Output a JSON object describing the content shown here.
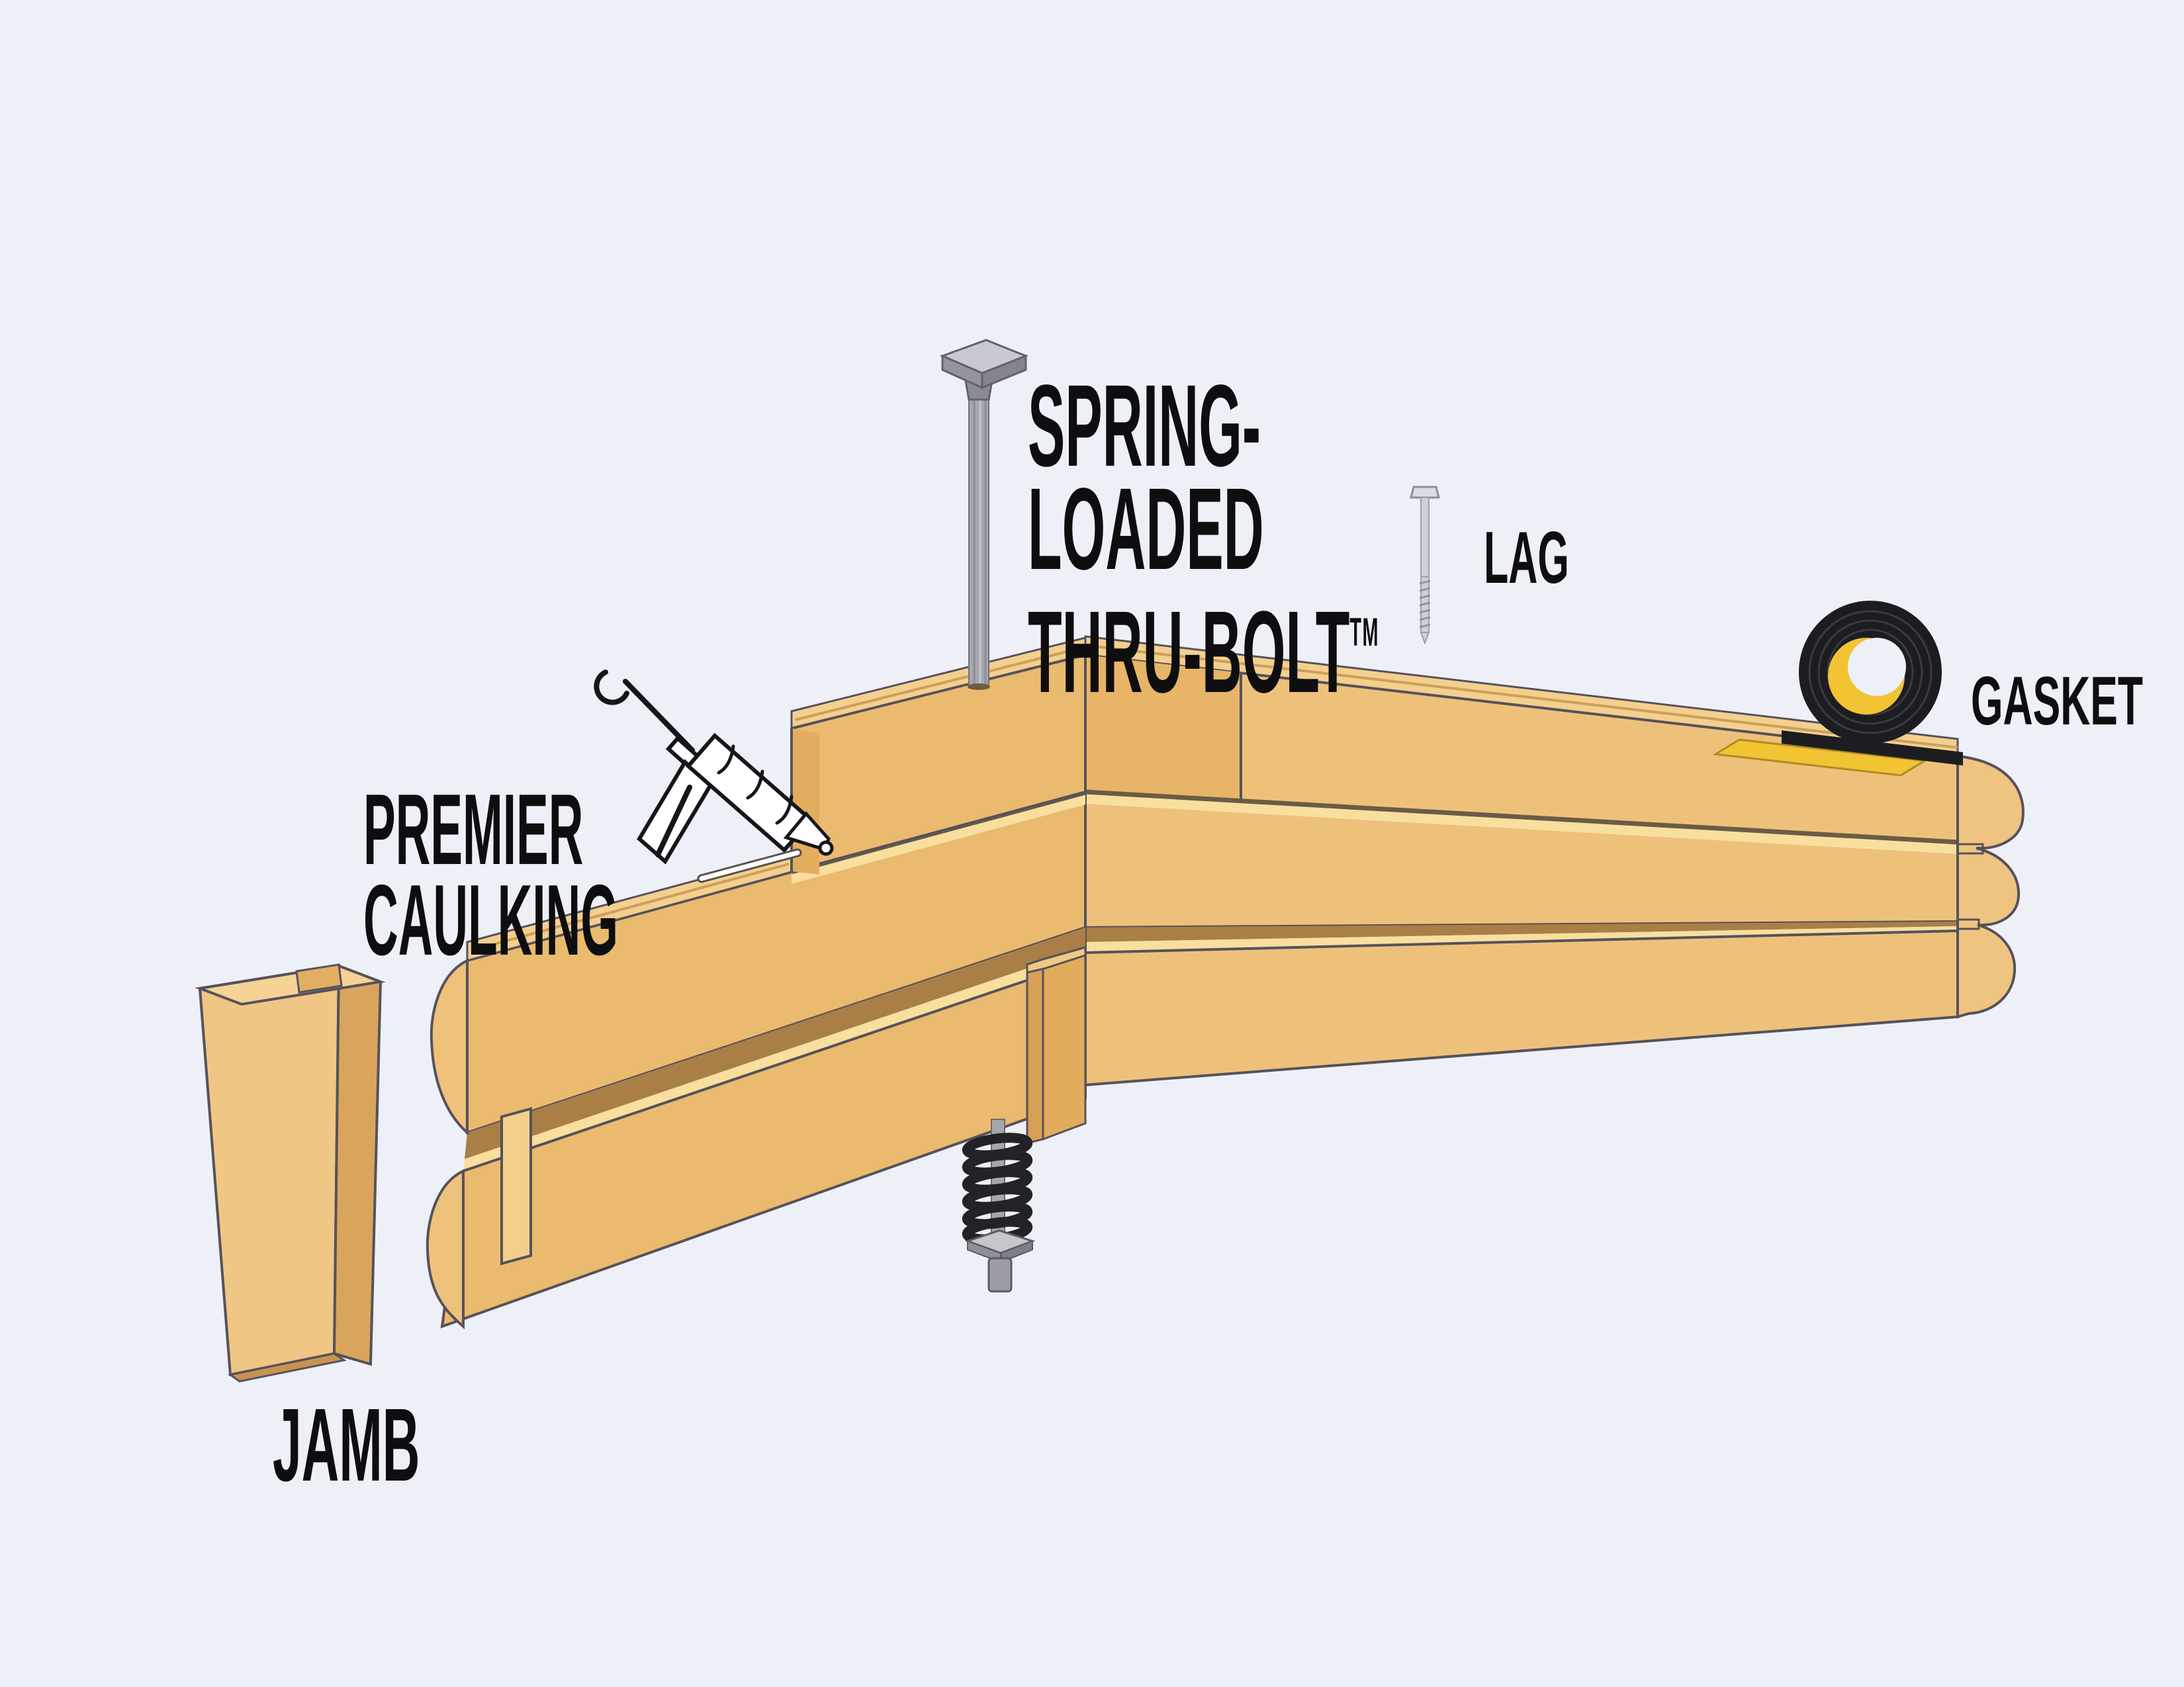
{
  "diagram": {
    "title": "Log wall corner assembly components",
    "labels": {
      "thru_bolt": {
        "line1": "SPRING-",
        "line2": "LOADED",
        "line3": "THRU-BOLT",
        "trademark": "TM"
      },
      "lag": {
        "text": "LAG"
      },
      "gasket": {
        "text": "GASKET"
      },
      "premier_caulking": {
        "line1": "PREMIER",
        "line2": "CAULKING"
      },
      "jamb": {
        "text": "JAMB"
      }
    },
    "parts": [
      "spring-loaded-thru-bolt",
      "lag-screw",
      "gasket-roll",
      "premier-caulking-gun",
      "log-wall-corner",
      "door-jamb"
    ],
    "colors": {
      "background": "#edf0f7",
      "ink": "#0e0e10",
      "wood_face": "#eaba6e",
      "wood_face_light": "#eec17b",
      "wood_face_dark": "#e2ab5c",
      "wood_end": "#d8a055",
      "wood_top": "#f4cf8e",
      "wood_tongue": "#f8df9e",
      "wood_gap": "#a97f47",
      "wood_groove": "#6a5c45",
      "outline": "#56525c",
      "steel": "#a6a6af",
      "steel_dark": "#84848d",
      "steel_light": "#c9c9d1",
      "lag_steel": "#ccd0da",
      "spring_black": "#232327",
      "gasket_black": "#1d1d21",
      "gasket_yellow": "#f2c333",
      "caulk_white": "#ffffff"
    }
  }
}
